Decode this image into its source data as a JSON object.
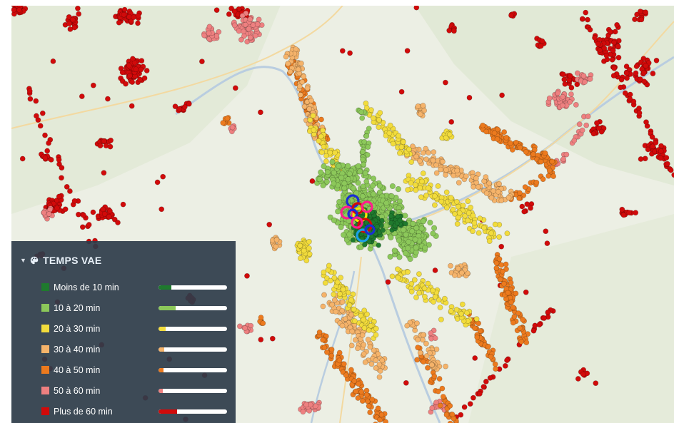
{
  "legend": {
    "title": "TEMPS VAE",
    "chevron_icon": "chevron-down-icon",
    "title_icon": "palette-icon",
    "items": [
      {
        "label": "Moins de 10 min",
        "color": "#1f7a2e",
        "share": 0.18
      },
      {
        "label": "10 à 20 min",
        "color": "#8cc85a",
        "share": 0.25
      },
      {
        "label": "20 à 30 min",
        "color": "#f2dc3c",
        "share": 0.1
      },
      {
        "label": "30 à 40 min",
        "color": "#f5b36a",
        "share": 0.08
      },
      {
        "label": "40 à 50 min",
        "color": "#ec7a1e",
        "share": 0.07
      },
      {
        "label": "50 à 60 min",
        "color": "#ee8080",
        "share": 0.06
      },
      {
        "label": "Plus de 60 min",
        "color": "#d10a0a",
        "share": 0.27
      }
    ]
  },
  "map": {
    "background": "#ecefe4",
    "center_markers": [
      "#1a2fd4",
      "#ff1e8c",
      "#f5e400",
      "#d10a0a",
      "#1aa0e6"
    ]
  }
}
